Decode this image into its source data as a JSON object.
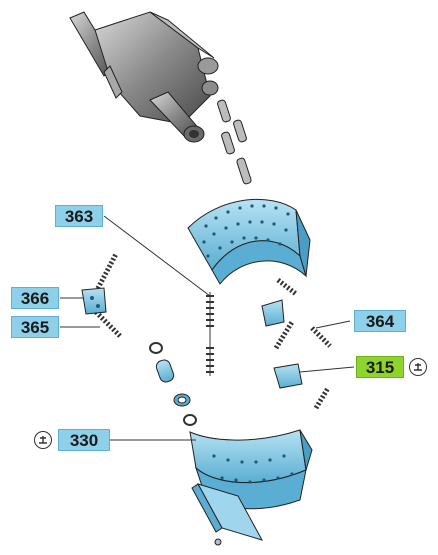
{
  "colors": {
    "label_background": "#8ed0ea",
    "highlight_background": "#8fd42a",
    "part_blue": "#7fc7e4",
    "part_blue_dark": "#4a9dc4",
    "actuator_grey": "#7b7b7b",
    "line": "#333333"
  },
  "callouts": [
    {
      "id": "363",
      "label": "363"
    },
    {
      "id": "366",
      "label": "366"
    },
    {
      "id": "365",
      "label": "365"
    },
    {
      "id": "364",
      "label": "364"
    },
    {
      "id": "315",
      "label": "315",
      "highlighted": true
    },
    {
      "id": "330",
      "label": "330"
    }
  ],
  "icons": {
    "repair_kit_315": "repair-kit-icon",
    "repair_kit_330": "repair-kit-icon"
  }
}
